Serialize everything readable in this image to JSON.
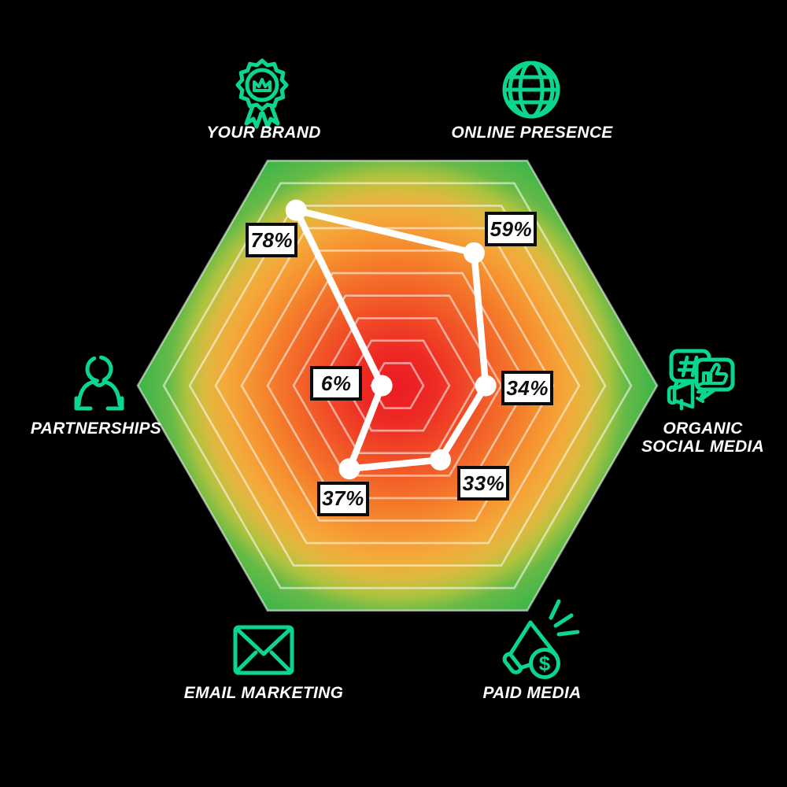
{
  "page": {
    "background": "#000000"
  },
  "chart_data": {
    "type": "radar",
    "shape": "hexagon",
    "levels": 10,
    "value_range": [
      0,
      100
    ],
    "grid": true,
    "legend": "none",
    "axes": [
      {
        "label": "YOUR BRAND",
        "value": 78,
        "value_label": "78%",
        "icon": "award-badge-icon"
      },
      {
        "label": "ONLINE PRESENCE",
        "value": 59,
        "value_label": "59%",
        "icon": "globe-icon"
      },
      {
        "label": "ORGANIC SOCIAL MEDIA",
        "value": 34,
        "value_label": "34%",
        "icon": "social-bubbles-icon"
      },
      {
        "label": "PAID MEDIA",
        "value": 33,
        "value_label": "33%",
        "icon": "megaphone-dollar-icon"
      },
      {
        "label": "EMAIL MARKETING",
        "value": 37,
        "value_label": "37%",
        "icon": "envelope-icon"
      },
      {
        "label": "PARTNERSHIPS",
        "value": 6,
        "value_label": "6%",
        "icon": "person-icon"
      }
    ],
    "colors": {
      "background": "#000000",
      "grid_line": "#FFFFFF",
      "data_line": "#FFFFFF",
      "marker": "#FFFFFF",
      "label_box_bg": "#FFFFFF",
      "label_box_border": "#0B0B0B",
      "label_text": "#0D0D0D",
      "category_text": "#FFFFFF",
      "icon_stroke": "#0BD68D",
      "gradient_stops": [
        {
          "offset": 0.0,
          "color": "#EC1C24"
        },
        {
          "offset": 0.14,
          "color": "#ED2A24"
        },
        {
          "offset": 0.3,
          "color": "#F15127"
        },
        {
          "offset": 0.45,
          "color": "#F4752A"
        },
        {
          "offset": 0.57,
          "color": "#F69431"
        },
        {
          "offset": 0.66,
          "color": "#F4A93A"
        },
        {
          "offset": 0.74,
          "color": "#DEB93F"
        },
        {
          "offset": 0.81,
          "color": "#AEC33F"
        },
        {
          "offset": 0.88,
          "color": "#66BA47"
        },
        {
          "offset": 1.0,
          "color": "#3BB54A"
        }
      ]
    }
  }
}
